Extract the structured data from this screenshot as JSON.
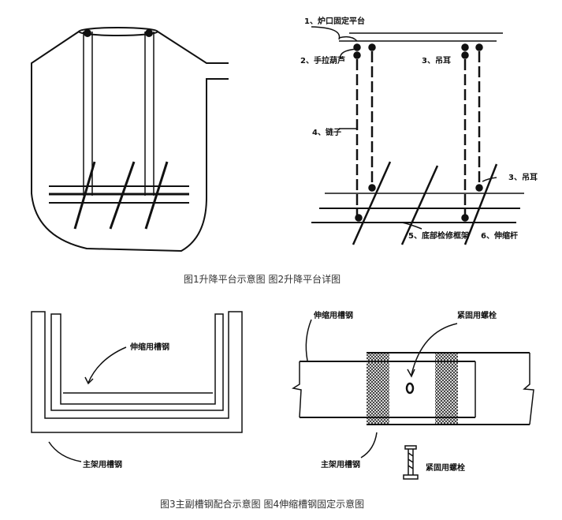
{
  "figure2_labels": {
    "l1": "1、炉口固定平台",
    "l2": "2、手拉葫芦",
    "l3a": "3、吊耳",
    "l4": "4、链子",
    "l3b": "3、吊耳",
    "l5": "5、底部检修框架",
    "l6": "6、伸缩杆"
  },
  "figure3_labels": {
    "telescopic": "伸缩用槽钢",
    "main": "主架用槽钢"
  },
  "figure4_labels": {
    "telescopic": "伸缩用槽钢",
    "bolt": "紧固用螺栓",
    "main": "主架用槽钢",
    "bolt2": "紧固用螺栓"
  },
  "captions": {
    "top": "图1升降平台示意图  图2升降平台详图",
    "bottom": "图3主副槽钢配合示意图  图4伸缩槽钢固定示意图"
  }
}
